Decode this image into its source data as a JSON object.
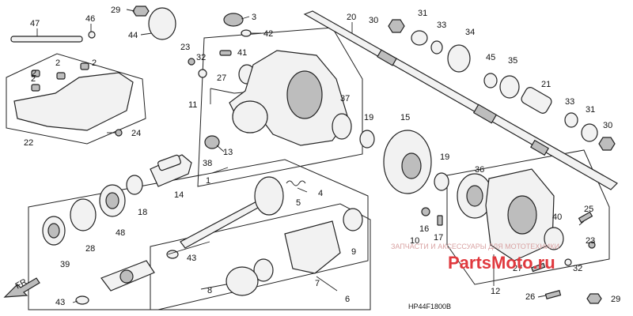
{
  "callouts": [
    {
      "id": "c47",
      "text": "47"
    },
    {
      "id": "c46",
      "text": "46"
    },
    {
      "id": "c29a",
      "text": "29"
    },
    {
      "id": "c44",
      "text": "44"
    },
    {
      "id": "c3",
      "text": "3"
    },
    {
      "id": "c42",
      "text": "42"
    },
    {
      "id": "c20",
      "text": "20"
    },
    {
      "id": "c30a",
      "text": "30"
    },
    {
      "id": "c31a",
      "text": "31"
    },
    {
      "id": "c33a",
      "text": "33"
    },
    {
      "id": "c34",
      "text": "34"
    },
    {
      "id": "c2a",
      "text": "2"
    },
    {
      "id": "c2b",
      "text": "2"
    },
    {
      "id": "c2c",
      "text": "2"
    },
    {
      "id": "c2d",
      "text": "2"
    },
    {
      "id": "c23a",
      "text": "23"
    },
    {
      "id": "c32a",
      "text": "32"
    },
    {
      "id": "c41",
      "text": "41"
    },
    {
      "id": "c27a",
      "text": "27"
    },
    {
      "id": "c45",
      "text": "45"
    },
    {
      "id": "c35",
      "text": "35"
    },
    {
      "id": "c21",
      "text": "21"
    },
    {
      "id": "c11",
      "text": "11"
    },
    {
      "id": "c37",
      "text": "37"
    },
    {
      "id": "c33b",
      "text": "33"
    },
    {
      "id": "c31b",
      "text": "31"
    },
    {
      "id": "c30b",
      "text": "30"
    },
    {
      "id": "c19a",
      "text": "19"
    },
    {
      "id": "c15",
      "text": "15"
    },
    {
      "id": "c22",
      "text": "22"
    },
    {
      "id": "c24",
      "text": "24"
    },
    {
      "id": "c13",
      "text": "13"
    },
    {
      "id": "c38",
      "text": "38"
    },
    {
      "id": "c1",
      "text": "1"
    },
    {
      "id": "c19b",
      "text": "19"
    },
    {
      "id": "c36",
      "text": "36"
    },
    {
      "id": "c14",
      "text": "14"
    },
    {
      "id": "c4",
      "text": "4"
    },
    {
      "id": "c5",
      "text": "5"
    },
    {
      "id": "c25",
      "text": "25"
    },
    {
      "id": "c40",
      "text": "40"
    },
    {
      "id": "c18",
      "text": "18"
    },
    {
      "id": "c48",
      "text": "48"
    },
    {
      "id": "c28",
      "text": "28"
    },
    {
      "id": "c39",
      "text": "39"
    },
    {
      "id": "c16",
      "text": "16"
    },
    {
      "id": "c10",
      "text": "10"
    },
    {
      "id": "c17",
      "text": "17"
    },
    {
      "id": "c9",
      "text": "9"
    },
    {
      "id": "c23b",
      "text": "23"
    },
    {
      "id": "c43a",
      "text": "43"
    },
    {
      "id": "c27b",
      "text": "27"
    },
    {
      "id": "c32b",
      "text": "32"
    },
    {
      "id": "c7",
      "text": "7"
    },
    {
      "id": "c12",
      "text": "12"
    },
    {
      "id": "c8",
      "text": "8"
    },
    {
      "id": "c6",
      "text": "6"
    },
    {
      "id": "c26",
      "text": "26"
    },
    {
      "id": "c29b",
      "text": "29"
    },
    {
      "id": "c43b",
      "text": "43"
    }
  ],
  "direction_label": "FR.",
  "diagram_code": "HP44F1800B",
  "watermark": {
    "line1": "ЗАПЧАСТИ И АКСЕССУАРЫ ДЛЯ МОТОТЕХНИКИ",
    "line2": "PartsMoto.ru"
  }
}
